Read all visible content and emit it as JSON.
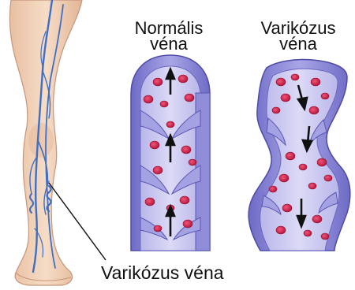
{
  "labels": {
    "normal_line1": "Normális",
    "normal_line2": "véna",
    "varicose_line1": "Varikózus",
    "varicose_line2": "véna",
    "leg_callout": "Varikózus véna"
  },
  "colors": {
    "vein_wall": "#8a87d6",
    "vein_lumen": "#c9c7ee",
    "valve": "#9b98dd",
    "blood_cell": "#d6234b",
    "skin": "#f2d2b8",
    "leg_vein": "#3f6fc4",
    "arrow": "#111111"
  },
  "icons": {
    "flow_arrow": "up-arrow-icon",
    "reflux_arrow": "down-arrow-icon"
  }
}
